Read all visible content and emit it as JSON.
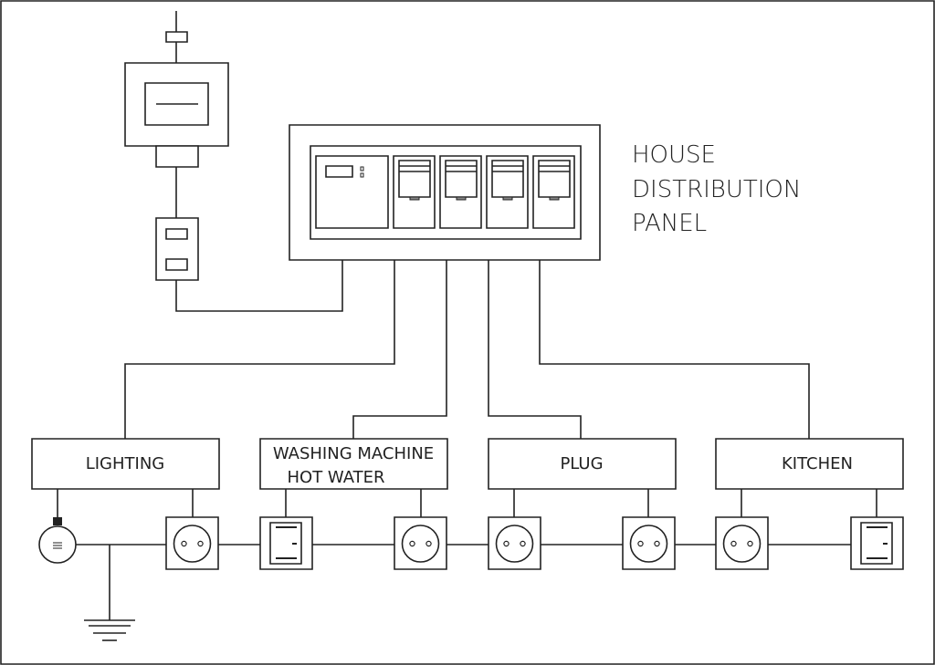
{
  "panel_title": [
    "HOUSE",
    "DISTRIBUTION",
    "PANEL"
  ],
  "circuits": [
    {
      "label_lines": [
        "LIGHTING"
      ]
    },
    {
      "label_lines": [
        "WASHING MACHINE",
        "HOT WATER"
      ]
    },
    {
      "label_lines": [
        "PLUG"
      ]
    },
    {
      "label_lines": [
        "KITCHEN"
      ]
    }
  ]
}
